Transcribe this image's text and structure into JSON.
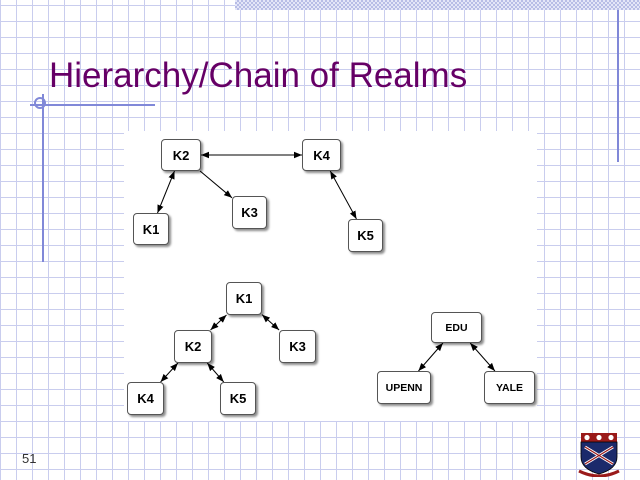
{
  "slide": {
    "title": "Hierarchy/Chain of Realms",
    "page_number": "51"
  },
  "diagram": {
    "nodes": {
      "k2a": "K2",
      "k4a": "K4",
      "k1a": "K1",
      "k3a": "K3",
      "k5a": "K5",
      "k1b": "K1",
      "k2b": "K2",
      "k3b": "K3",
      "k4b": "K4",
      "k5b": "K5",
      "edu": "EDU",
      "upenn": "UPENN",
      "yale": "YALE"
    },
    "edges": [
      [
        "k2a",
        "k4a",
        "both"
      ],
      [
        "k2a",
        "k1a",
        "both"
      ],
      [
        "k2a",
        "k3a",
        "to"
      ],
      [
        "k4a",
        "k5a",
        "both"
      ],
      [
        "k1b",
        "k2b",
        "both"
      ],
      [
        "k1b",
        "k3b",
        "both"
      ],
      [
        "k2b",
        "k4b",
        "both"
      ],
      [
        "k2b",
        "k5b",
        "both"
      ],
      [
        "edu",
        "upenn",
        "both"
      ],
      [
        "edu",
        "yale",
        "both"
      ]
    ]
  },
  "colors": {
    "title": "#660066",
    "grid": "#c9cdee",
    "accent": "#8088d8"
  },
  "icons": {
    "logo": "penn-shield-icon"
  }
}
